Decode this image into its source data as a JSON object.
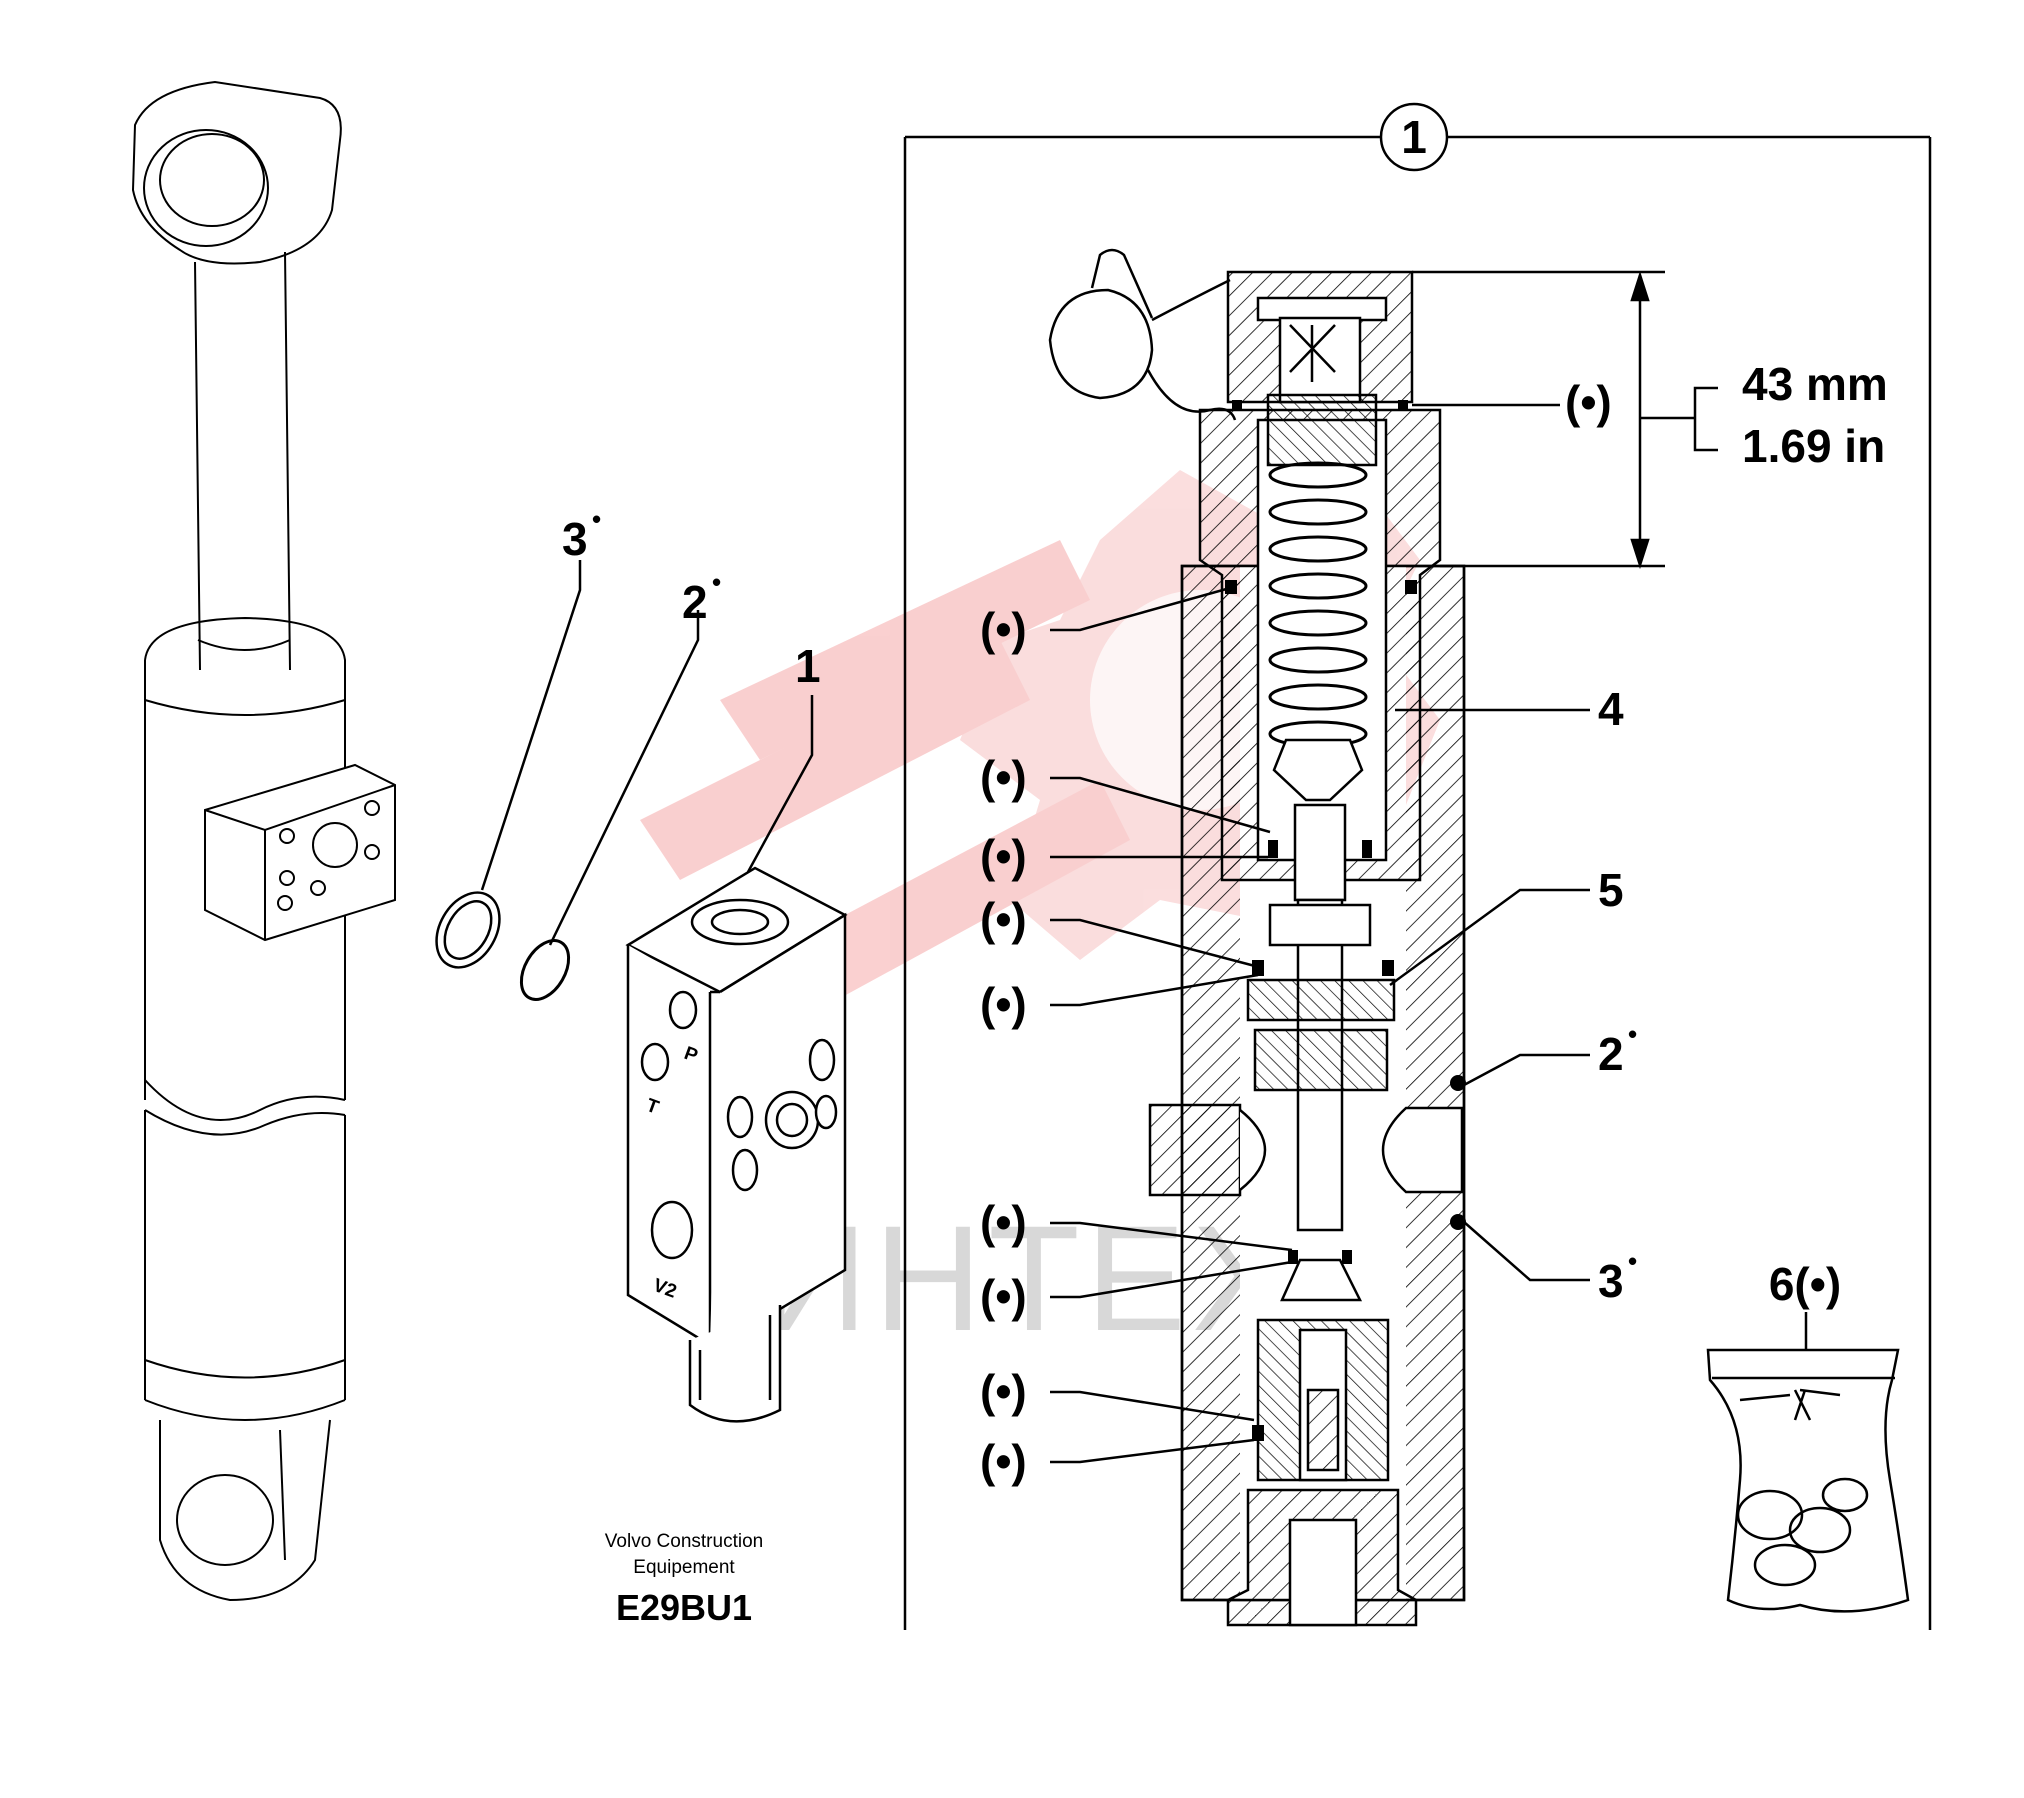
{
  "callouts": {
    "assembly_box": "1",
    "ring_3": "3",
    "ring_2": "2",
    "valve_block": "1",
    "spring": "4",
    "seat": "5",
    "seal_2": "2",
    "seal_3": "3",
    "kit": "6(•)",
    "bullet": "(•)",
    "sup_dot": "•"
  },
  "dimension": {
    "metric": "43 mm",
    "imperial": "1.69 in"
  },
  "port_labels": {
    "p": "P",
    "t": "T",
    "v2": "V2"
  },
  "footer": {
    "maker_line1": "Volvo Construction",
    "maker_line2": "Equipement",
    "code": "E29BU1"
  },
  "watermark": {
    "text": "ИНТЕХ"
  }
}
